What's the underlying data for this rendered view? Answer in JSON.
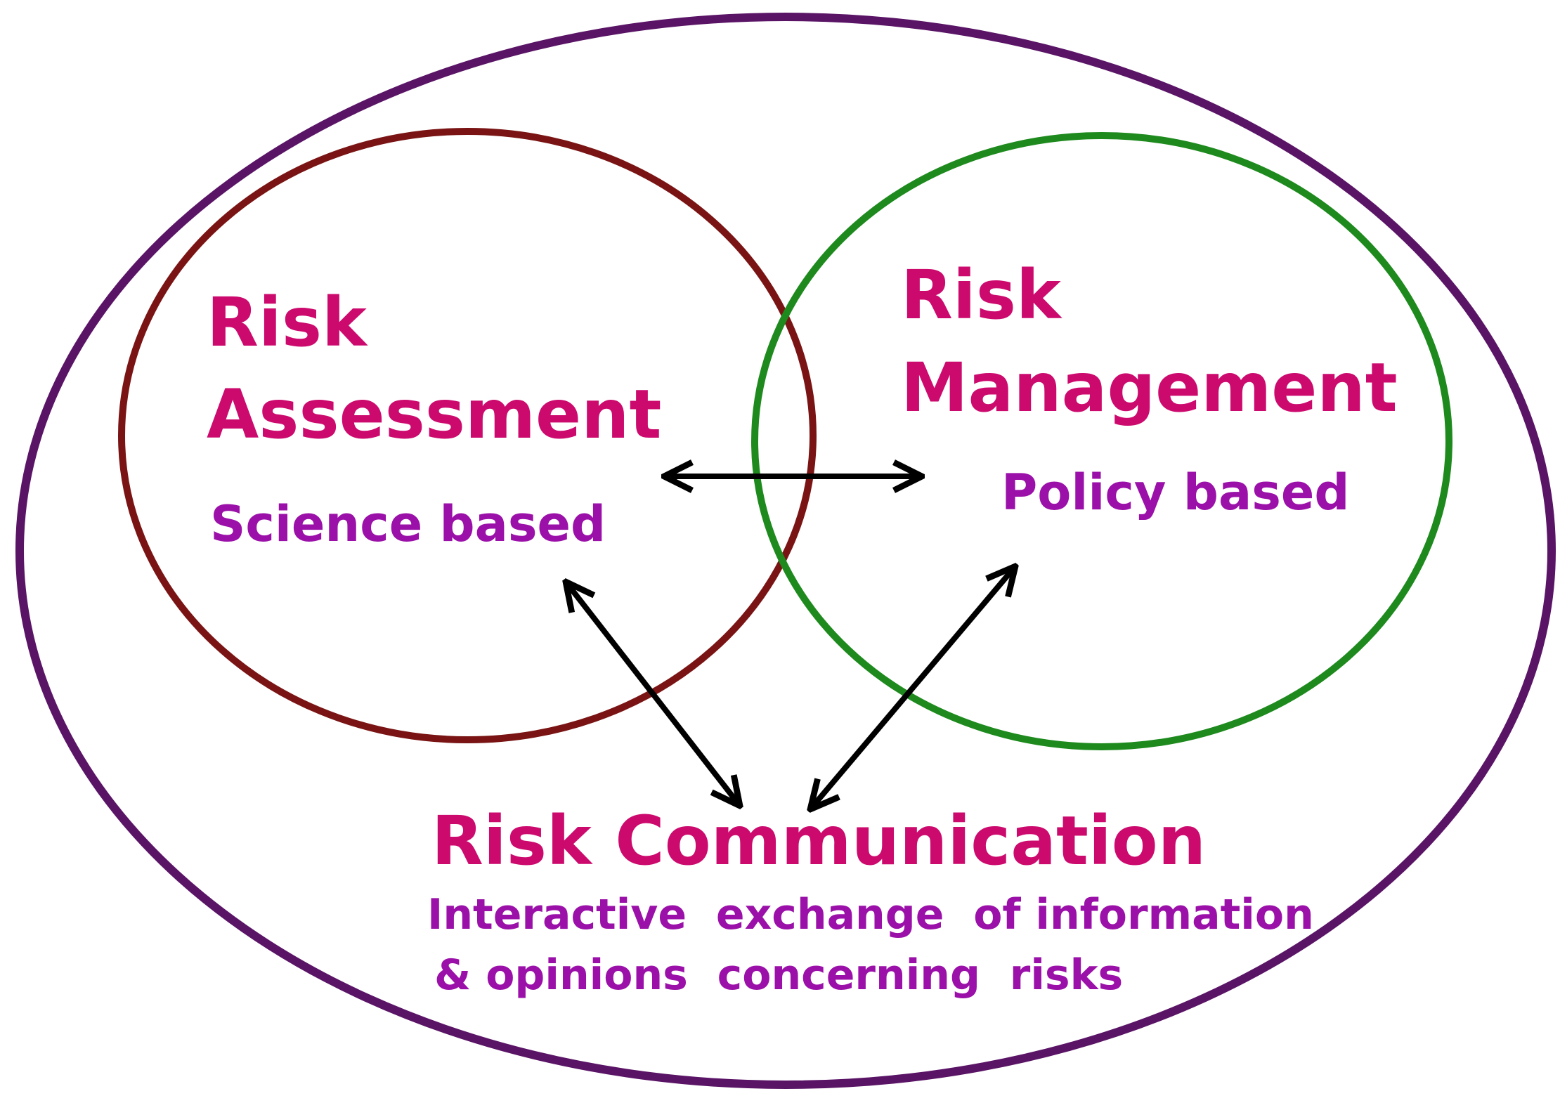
{
  "colors": {
    "outer_ellipse": "#5a1466",
    "assessment_circle": "#7a1414",
    "management_circle": "#1e8a1e",
    "heading_text": "#cc0a6e",
    "sub_text": "#9a10a8",
    "arrows": "#000000",
    "background": "#ffffff"
  },
  "assessment": {
    "title_line1": "Risk",
    "title_line2": "Assessment",
    "subtitle": "Science based"
  },
  "management": {
    "title_line1": "Risk",
    "title_line2": "Management",
    "subtitle": "Policy based"
  },
  "communication": {
    "title": "Risk Communication",
    "description_line1": "Interactive  exchange  of information",
    "description_line2": "& opinions  concerning  risks"
  }
}
